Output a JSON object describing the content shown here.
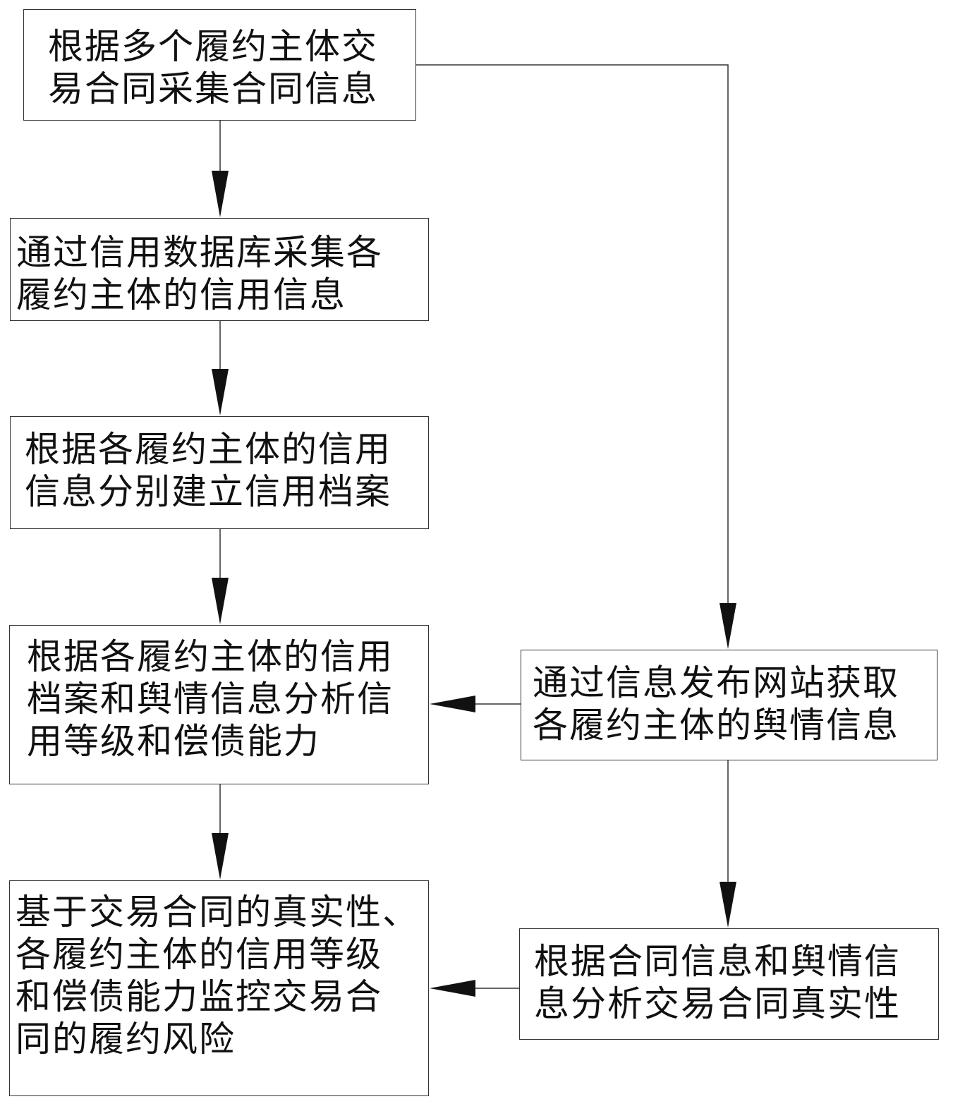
{
  "steps": {
    "step1": [
      "根据多个履约主体交",
      "易合同采集合同信息"
    ],
    "step2": [
      "通过信用数据库采集各",
      "履约主体的信用信息"
    ],
    "step3": [
      "根据各履约主体的信用",
      "信息分别建立信用档案"
    ],
    "step4": [
      "根据各履约主体的信用",
      "档案和舆情信息分析信",
      "用等级和偿债能力"
    ],
    "step5": [
      "基于交易合同的真实性、",
      "各履约主体的信用等级",
      "和偿债能力监控交易合",
      "同的履约风险"
    ],
    "step6": [
      "通过信息发布网站获取",
      "各履约主体的舆情信息"
    ],
    "step7": [
      "根据合同信息和舆情信",
      "息分析交易合同真实性"
    ]
  }
}
